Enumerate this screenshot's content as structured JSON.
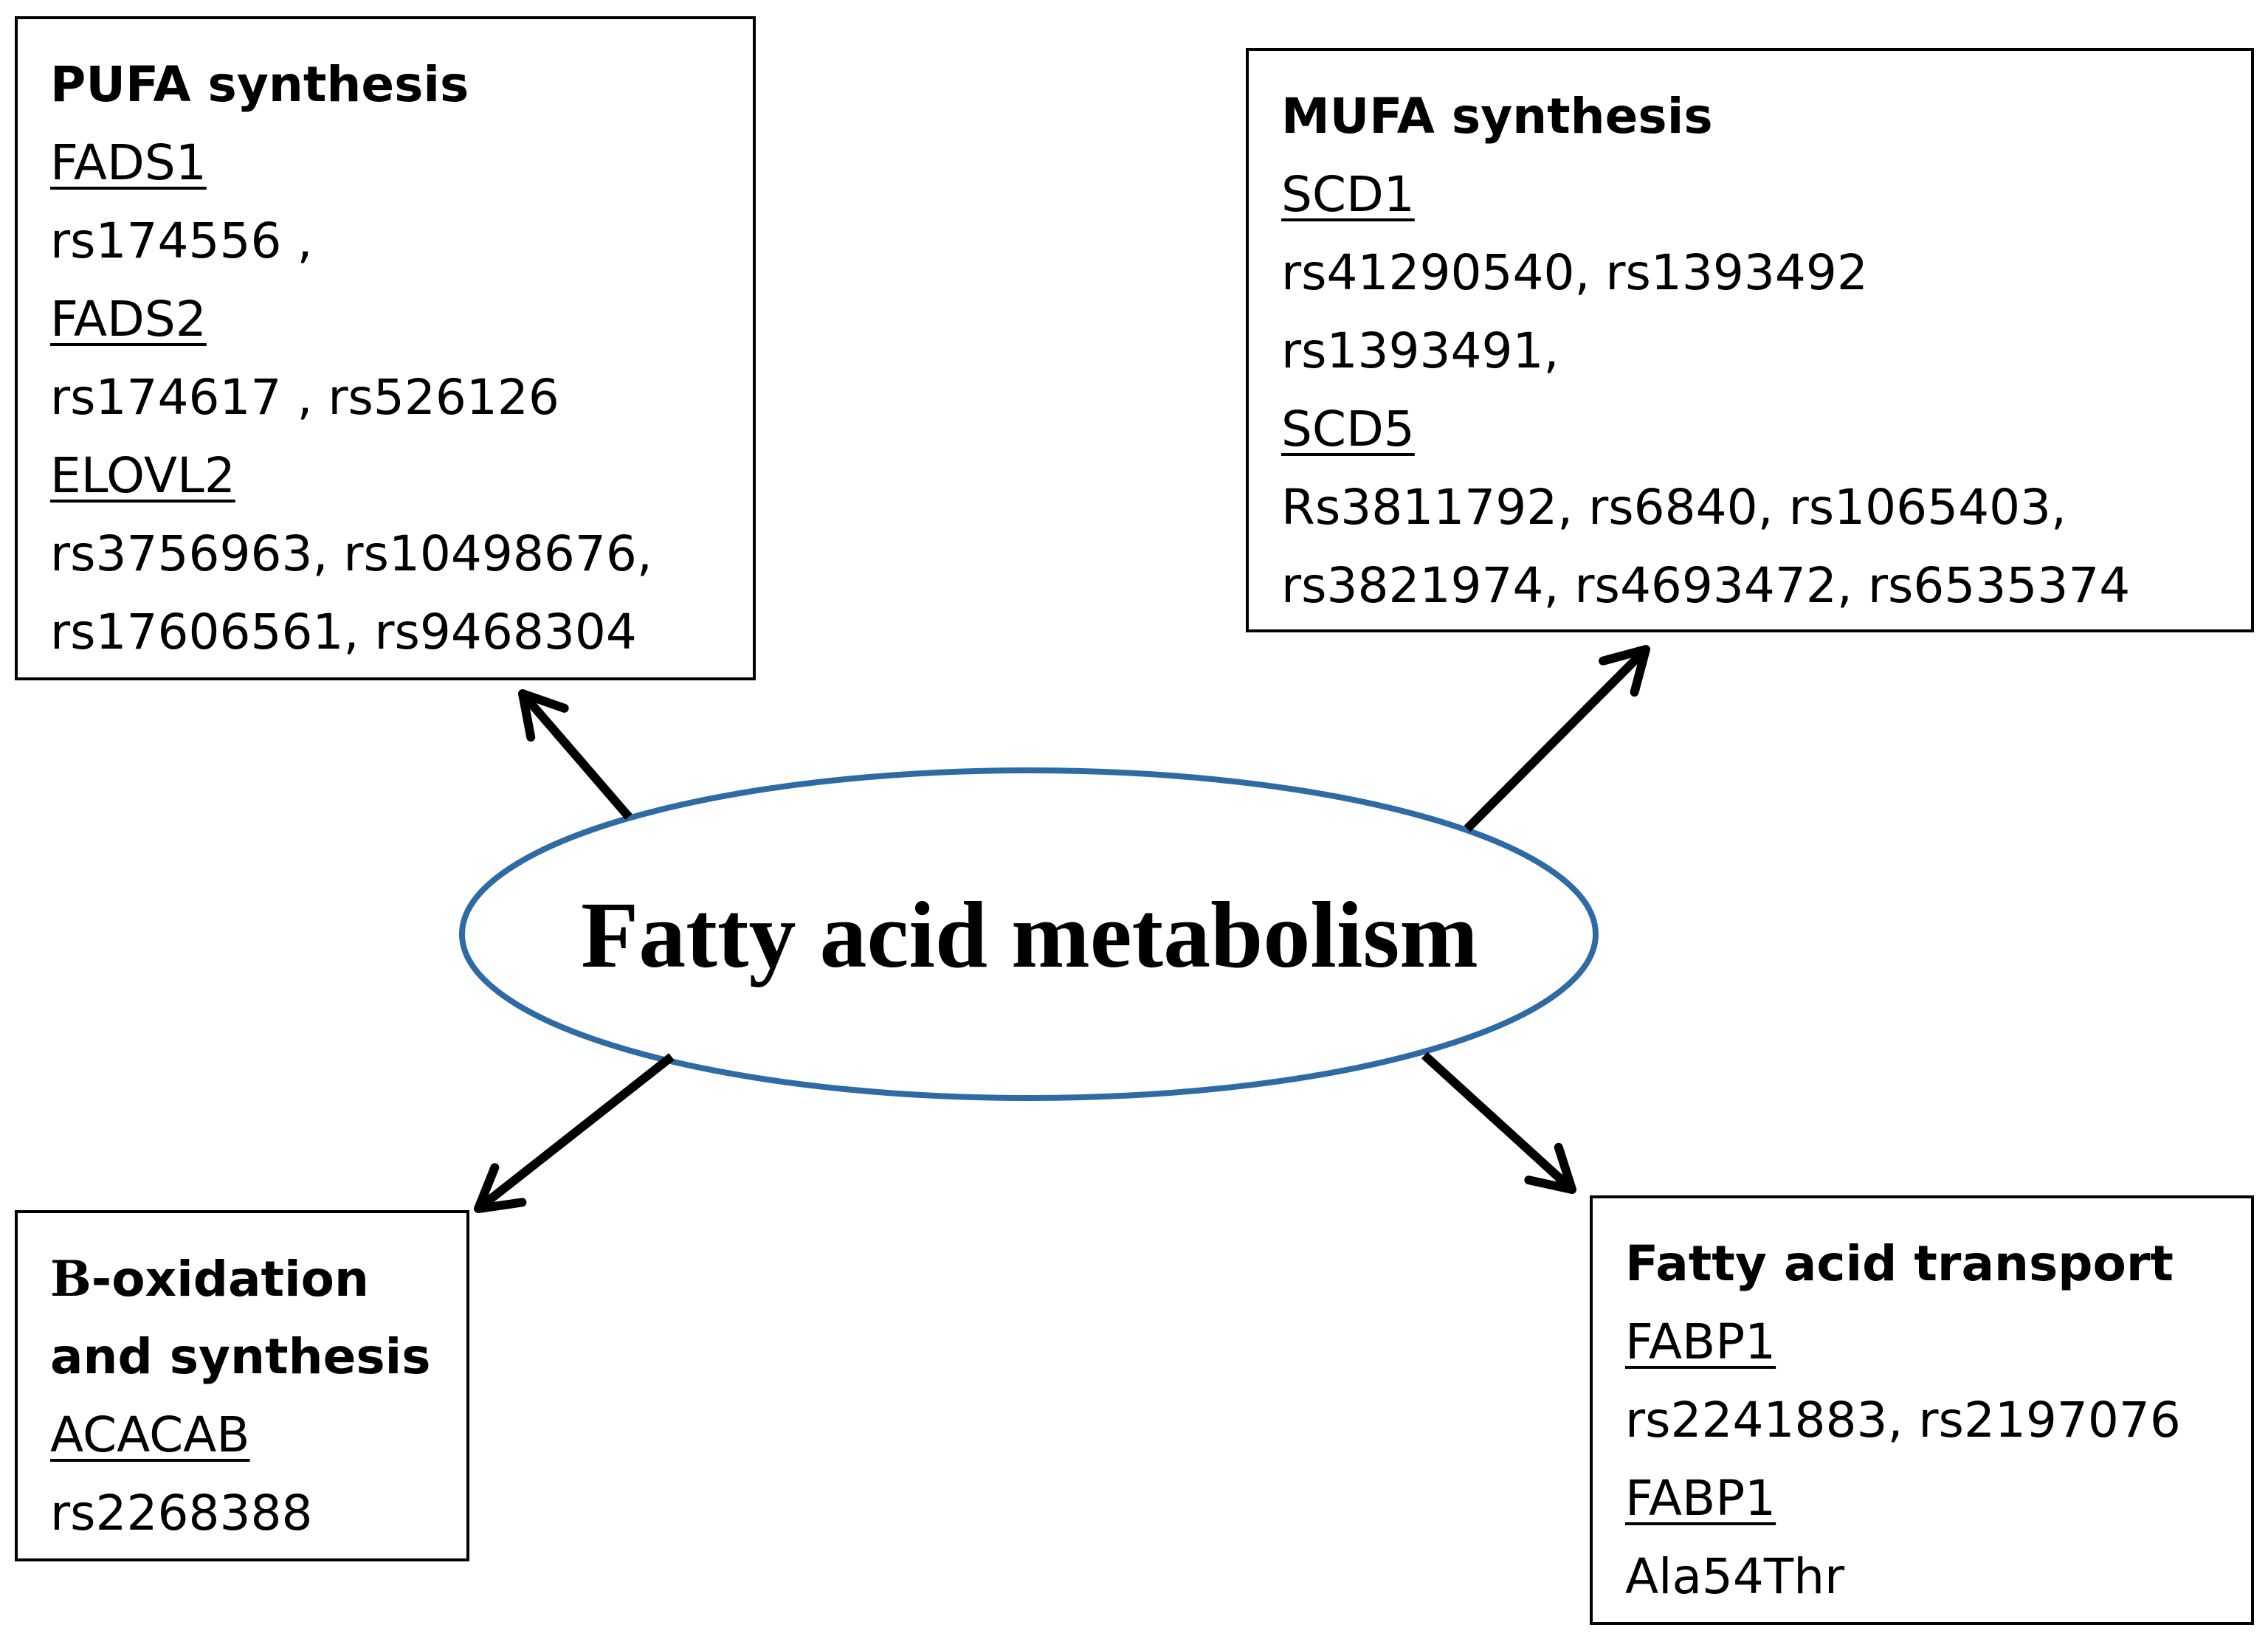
{
  "center": {
    "label": "Fatty acid metabolism",
    "ellipse_stroke": "#2e6aa3"
  },
  "pufa": {
    "title": "PUFA synthesis",
    "genes": [
      {
        "name": "FADS1",
        "snps": [
          "rs174556 ,"
        ]
      },
      {
        "name": "FADS2",
        "snps": [
          "rs174617 , rs526126"
        ]
      },
      {
        "name": "ELOVL2",
        "snps": [
          "rs3756963, rs10498676,",
          "rs17606561, rs9468304"
        ]
      }
    ]
  },
  "mufa": {
    "title": "MUFA synthesis",
    "genes": [
      {
        "name": "SCD1",
        "snps": [
          "rs41290540, rs1393492",
          "rs1393491,"
        ]
      },
      {
        "name": "SCD5",
        "snps": [
          "Rs3811792, rs6840, rs1065403,",
          "rs3821974, rs4693472, rs6535374"
        ]
      }
    ]
  },
  "beta": {
    "title_symbol": "B",
    "title_rest": "-oxidation",
    "title_line2": "and synthesis",
    "genes": [
      {
        "name": "ACACAB",
        "snps": [
          "rs2268388"
        ]
      }
    ]
  },
  "transport": {
    "title": "Fatty acid transport",
    "genes": [
      {
        "name": "FABP1",
        "snps": [
          "rs2241883, rs2197076"
        ]
      },
      {
        "name": "FABP1",
        "snps": [
          "Ala54Thr"
        ]
      }
    ]
  }
}
